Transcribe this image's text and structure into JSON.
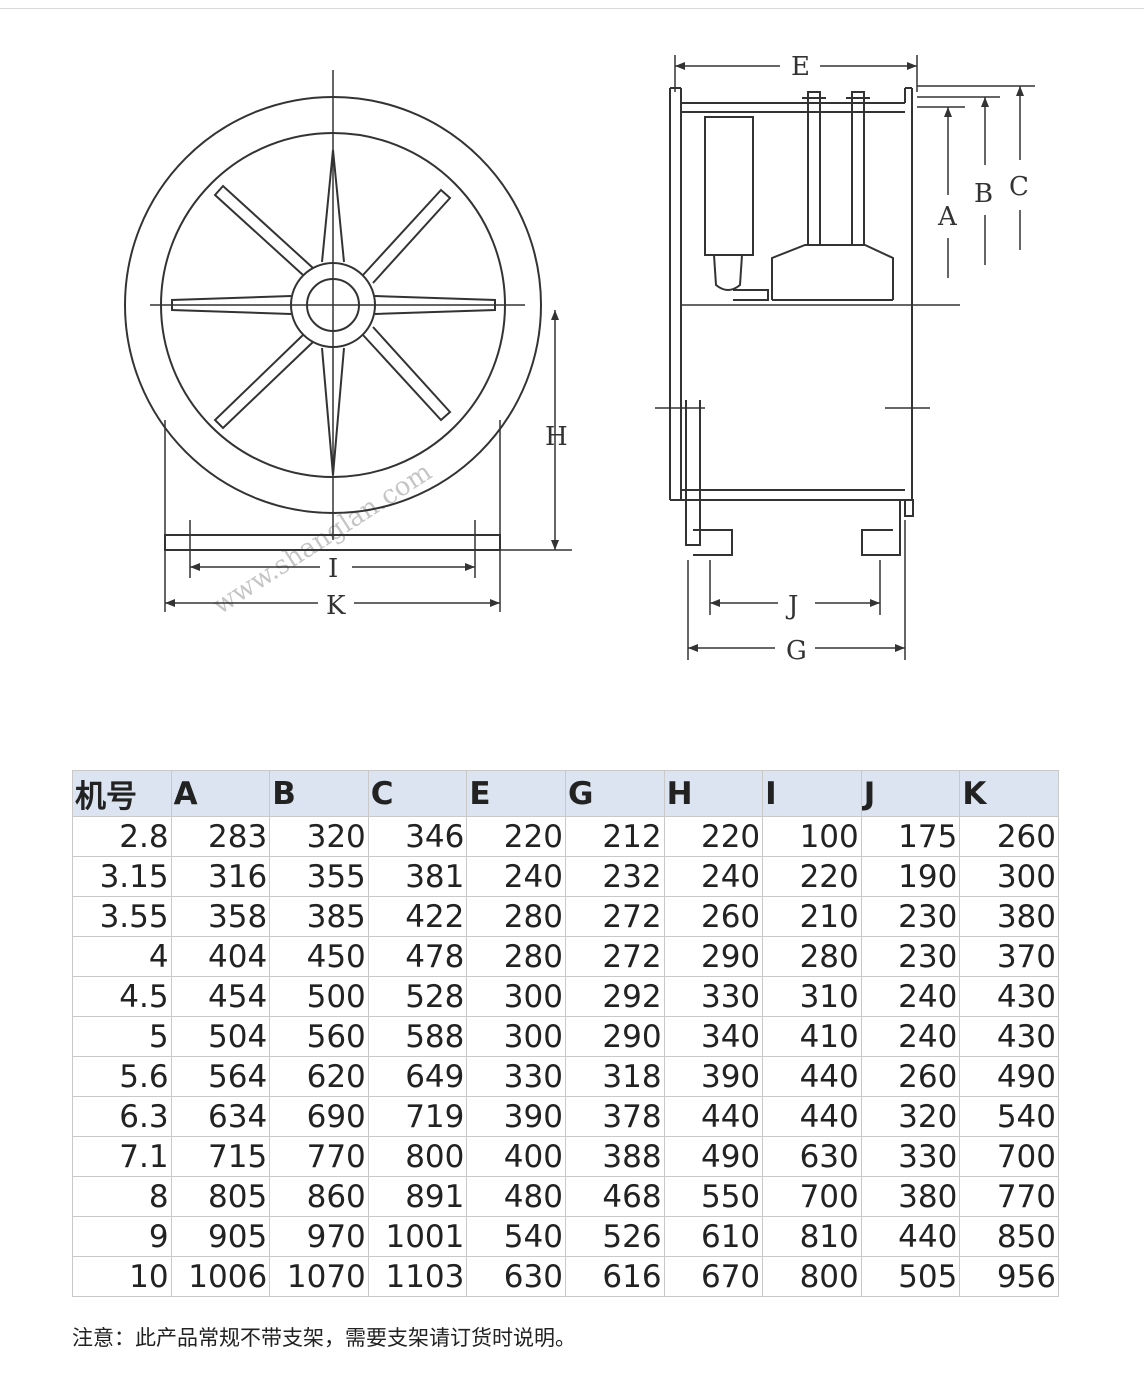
{
  "drawing": {
    "labels": {
      "A": "A",
      "B": "B",
      "C": "C",
      "E": "E",
      "G": "G",
      "H": "H",
      "I": "I",
      "J": "J",
      "K": "K"
    },
    "watermark": "www.shanglan.com"
  },
  "table": {
    "headers": [
      "机号",
      "A",
      "B",
      "C",
      "E",
      "G",
      "H",
      "I",
      "J",
      "K"
    ],
    "rows": [
      [
        "2.8",
        "283",
        "320",
        "346",
        "220",
        "212",
        "220",
        "100",
        "175",
        "260"
      ],
      [
        "3.15",
        "316",
        "355",
        "381",
        "240",
        "232",
        "240",
        "220",
        "190",
        "300"
      ],
      [
        "3.55",
        "358",
        "385",
        "422",
        "280",
        "272",
        "260",
        "210",
        "230",
        "380"
      ],
      [
        "4",
        "404",
        "450",
        "478",
        "280",
        "272",
        "290",
        "280",
        "230",
        "370"
      ],
      [
        "4.5",
        "454",
        "500",
        "528",
        "300",
        "292",
        "330",
        "310",
        "240",
        "430"
      ],
      [
        "5",
        "504",
        "560",
        "588",
        "300",
        "290",
        "340",
        "410",
        "240",
        "430"
      ],
      [
        "5.6",
        "564",
        "620",
        "649",
        "330",
        "318",
        "390",
        "440",
        "260",
        "490"
      ],
      [
        "6.3",
        "634",
        "690",
        "719",
        "390",
        "378",
        "440",
        "440",
        "320",
        "540"
      ],
      [
        "7.1",
        "715",
        "770",
        "800",
        "400",
        "388",
        "490",
        "630",
        "330",
        "700"
      ],
      [
        "8",
        "805",
        "860",
        "891",
        "480",
        "468",
        "550",
        "700",
        "380",
        "770"
      ],
      [
        "9",
        "905",
        "970",
        "1001",
        "540",
        "526",
        "610",
        "810",
        "440",
        "850"
      ],
      [
        "10",
        "1006",
        "1070",
        "1103",
        "630",
        "616",
        "670",
        "800",
        "505",
        "956"
      ]
    ]
  },
  "note": "注意：此产品常规不带支架，需要支架请订货时说明。"
}
